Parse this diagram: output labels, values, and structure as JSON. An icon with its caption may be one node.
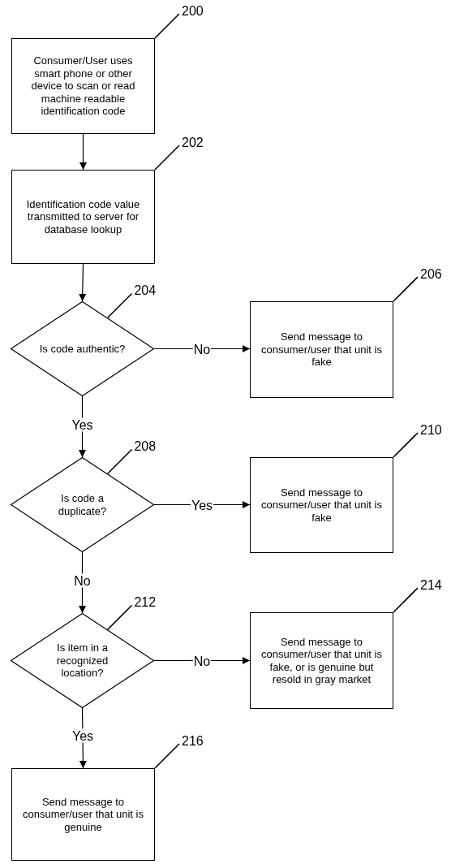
{
  "diagram": {
    "nodes": [
      {
        "text": [
          "Consumer/User uses smart phone or other device to scan or read machine readable identification code"
        ],
        "beside": [
          "200"
        ]
      },
      {
        "text": [
          "Identification code value transmitted to server for database lookup"
        ],
        "beside": [
          "202"
        ]
      },
      {
        "text": [
          "Is code authentic?"
        ],
        "beside": [
          "204"
        ]
      },
      {
        "text": [
          "Send message to consumer/user that unit is fake"
        ],
        "beside": [
          "206"
        ]
      },
      {
        "text": [
          "Is code a duplicate?"
        ],
        "beside": [
          "208"
        ]
      },
      {
        "text": [
          "Send message to consumer/user that unit is fake"
        ],
        "beside": [
          "210"
        ]
      },
      {
        "text": [
          "Is item in a recognized location?"
        ],
        "beside": [
          "212"
        ]
      },
      {
        "text": [
          "Send message to consumer/user that unit is fake, or is genuine but resold in gray market"
        ],
        "beside": [
          "214"
        ]
      },
      {
        "text": [
          "Send message to consumer/user that unit is genuine"
        ],
        "beside": [
          "216"
        ]
      }
    ],
    "edges": [
      {
        "from": 0,
        "to": 1,
        "arrow": "to"
      },
      {
        "from": 1,
        "to": 2,
        "arrow": "to"
      },
      {
        "from": 2,
        "to": 3,
        "arrow": "to",
        "label": "No"
      },
      {
        "from": 2,
        "to": 4,
        "arrow": "to",
        "label": "Yes"
      },
      {
        "from": 4,
        "to": 5,
        "arrow": "to",
        "label": "Yes"
      },
      {
        "from": 4,
        "to": 6,
        "arrow": "to",
        "label": "No"
      },
      {
        "from": 6,
        "to": 7,
        "arrow": "to",
        "label": "No"
      },
      {
        "from": 6,
        "to": 8,
        "arrow": "to",
        "label": "Yes"
      }
    ]
  }
}
